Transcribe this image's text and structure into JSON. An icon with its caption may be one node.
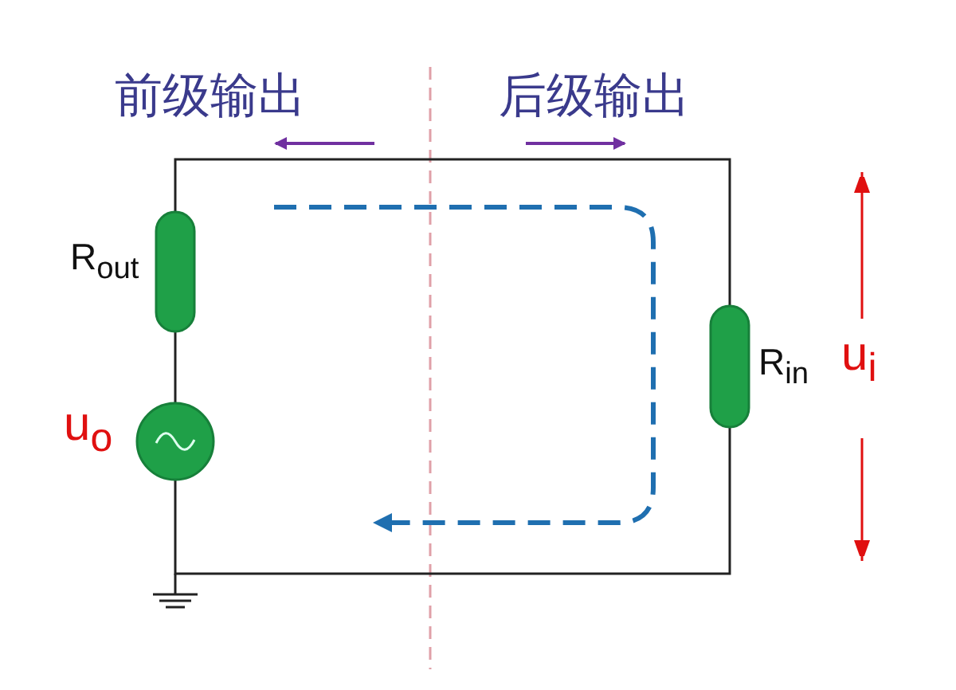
{
  "diagram": {
    "labels": [
      "前级输出",
      "后级输出",
      "R$_{out}$",
      "u$_{o}$",
      "R$_{in}$",
      "u$_{i}$"
    ]
  }
}
